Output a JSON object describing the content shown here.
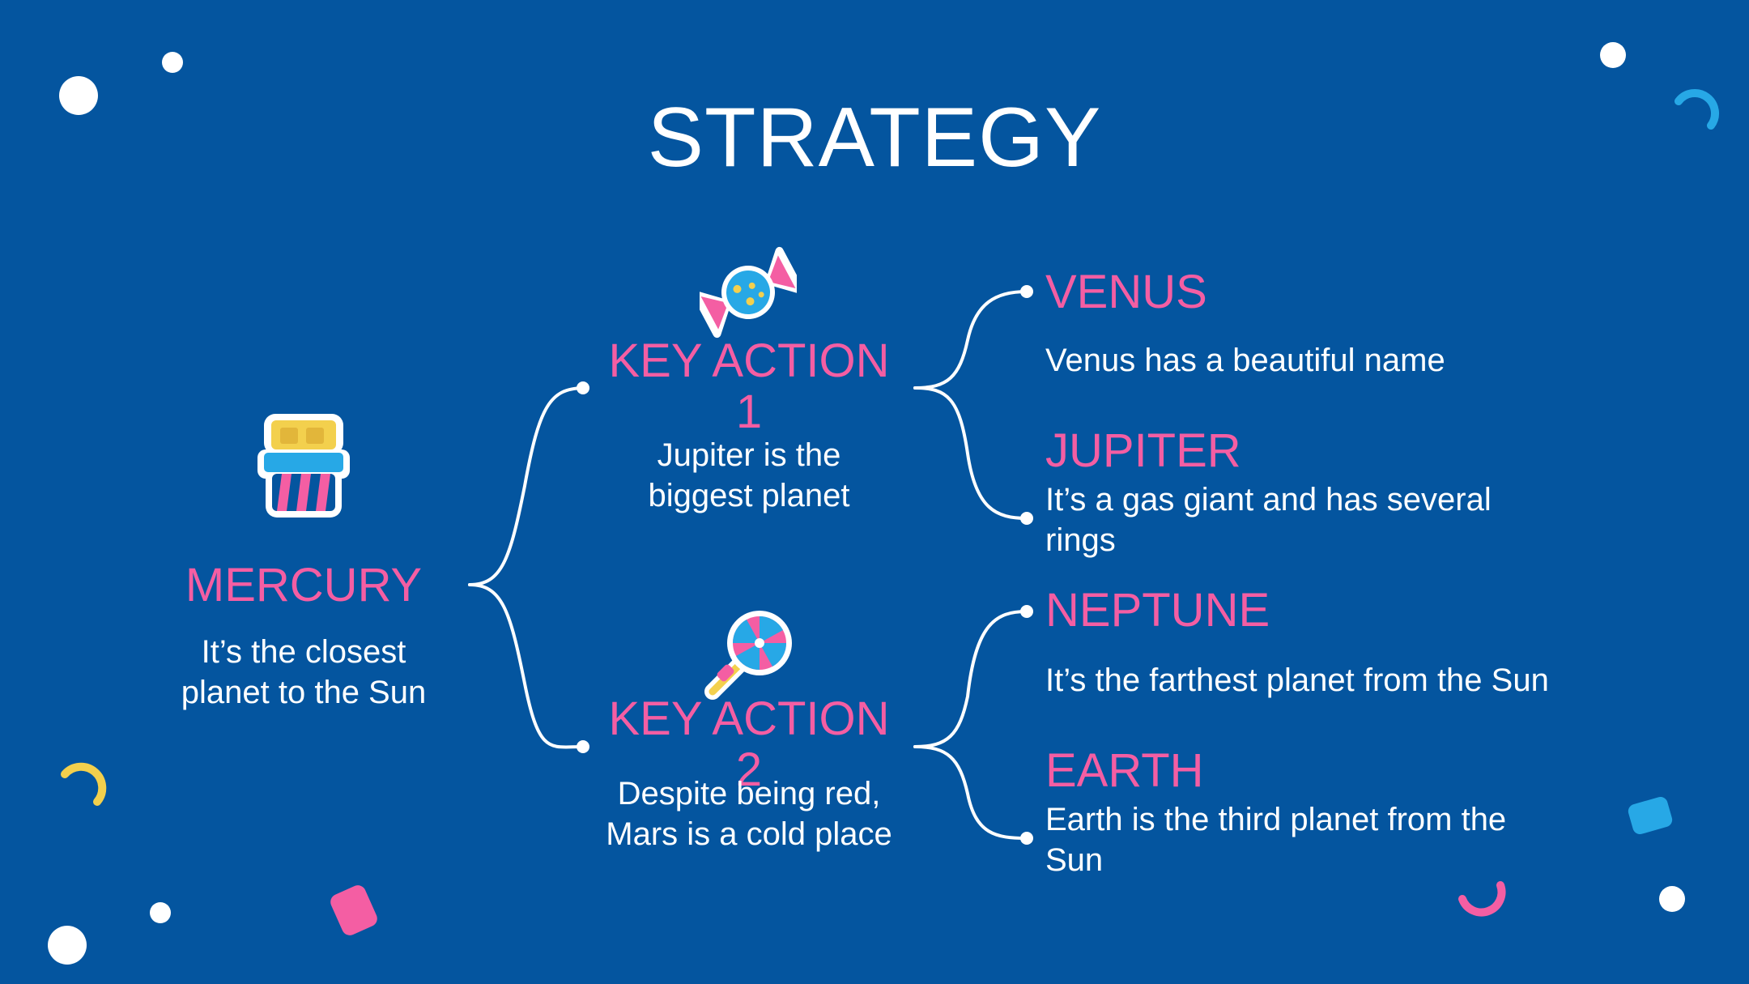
{
  "slide": {
    "title": "STRATEGY",
    "colors": {
      "background": "#04559f",
      "heading_accent": "#f45ea3",
      "text": "#ffffff"
    }
  },
  "mercury": {
    "heading": "MERCURY",
    "text": "It’s the closest planet to the Sun",
    "icon": "gift-box-icon"
  },
  "key_action_1": {
    "heading": "KEY ACTION 1",
    "text": "Jupiter is the biggest planet",
    "icon": "wrapped-candy-icon"
  },
  "key_action_2": {
    "heading": "KEY ACTION 2",
    "text": "Despite being red, Mars is a cold place",
    "icon": "lollipop-icon"
  },
  "venus": {
    "heading": "VENUS",
    "text": "Venus has a beautiful name"
  },
  "jupiter": {
    "heading": "JUPITER",
    "text": "It’s a gas giant and has several rings"
  },
  "neptune": {
    "heading": "NEPTUNE",
    "text": "It’s the farthest planet from the Sun"
  },
  "earth": {
    "heading": "EARTH",
    "text": "Earth is the third planet from the Sun"
  }
}
